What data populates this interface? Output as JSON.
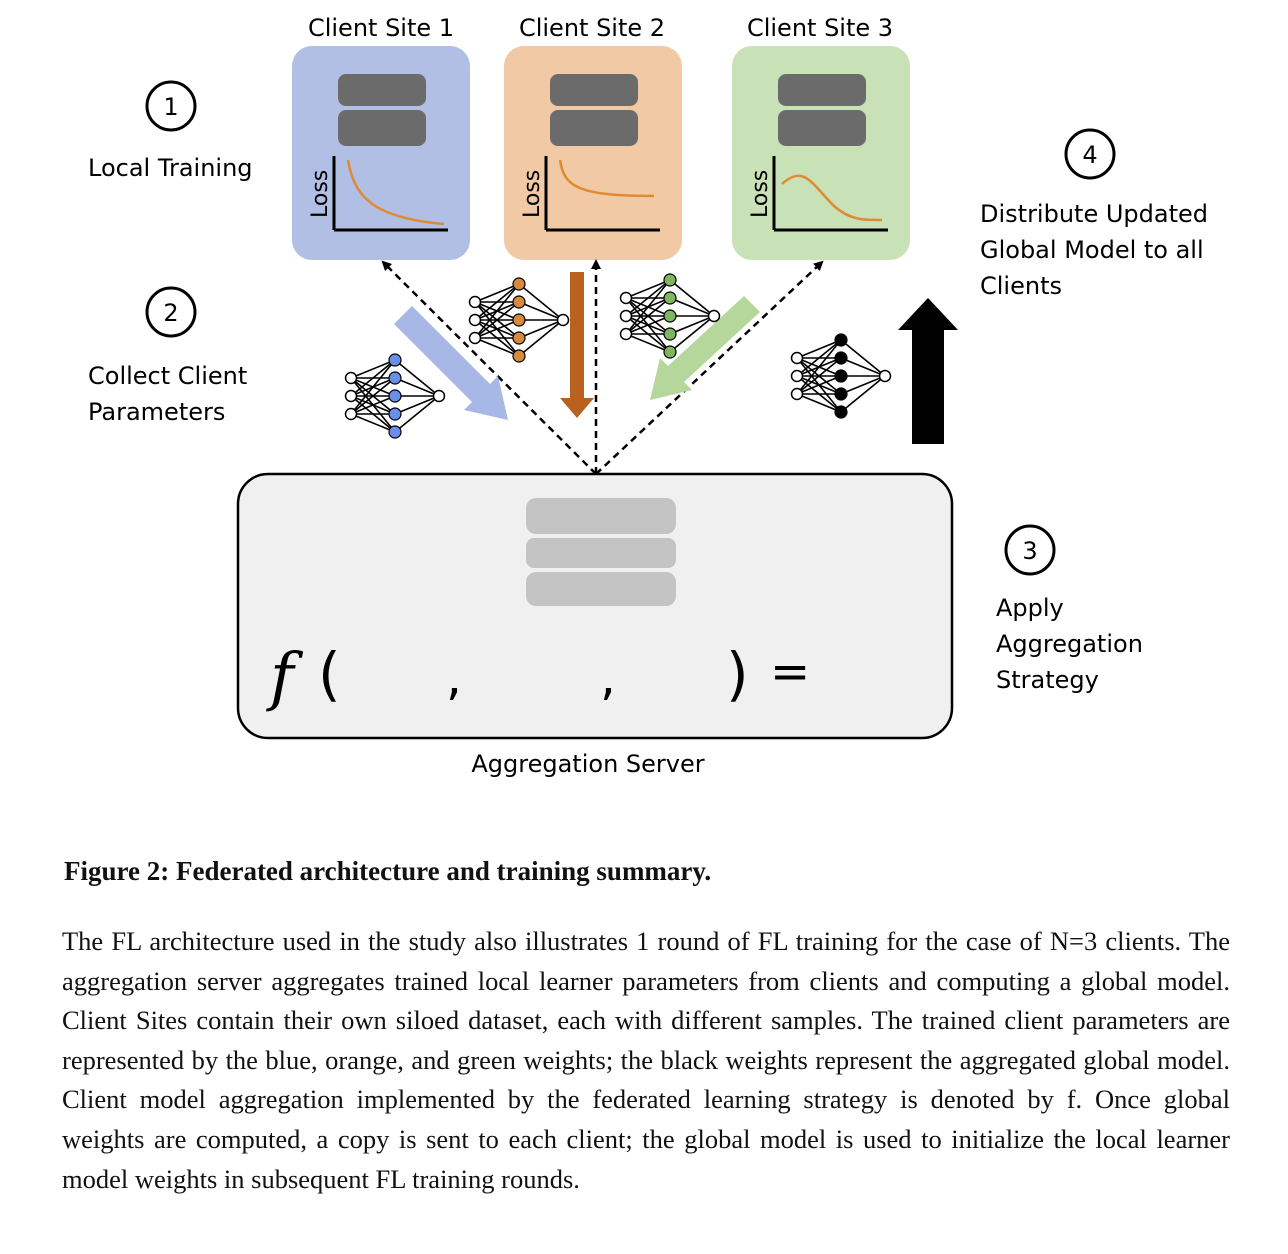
{
  "diagram": {
    "client_sites": [
      {
        "label": "Client Site 1",
        "loss_label": "Loss",
        "color": "#b0bfe3",
        "curve_color": "#e08a33",
        "node_color": "#6a8fe6"
      },
      {
        "label": "Client Site 2",
        "loss_label": "Loss",
        "color": "#f1c9a5",
        "curve_color": "#e08a33",
        "node_color": "#d68a3c"
      },
      {
        "label": "Client Site 3",
        "loss_label": "Loss",
        "color": "#c8e1b6",
        "curve_color": "#e08a33",
        "node_color": "#7fb761"
      }
    ],
    "steps": [
      {
        "number": "1",
        "lines": [
          "Local Training"
        ]
      },
      {
        "number": "2",
        "lines": [
          "Collect Client",
          "Parameters"
        ]
      },
      {
        "number": "3",
        "lines": [
          "Apply",
          "Aggregation",
          "Strategy"
        ]
      },
      {
        "number": "4",
        "lines": [
          "Distribute Updated",
          "Global Model to all",
          "Clients"
        ]
      }
    ],
    "server": {
      "label": "Aggregation Server",
      "fn_symbol": "f",
      "open_paren": "(",
      "close_paren": ")",
      "comma": ",",
      "equals": "="
    },
    "colors": {
      "blue_arrow": "#a7b8e6",
      "orange_arrow": "#b9621f",
      "green_arrow": "#b5d79c",
      "black_arrow": "#000000",
      "server_bg": "#f0f0f0",
      "db_client": "#6b6b6b",
      "db_server": "#c4c4c4"
    }
  },
  "caption": {
    "title": "Figure 2: Federated architecture and training summary.",
    "body": "The FL architecture used in the study also illustrates 1 round of FL training for the case of N=3 clients. The aggregation server aggregates trained local learner parameters from clients and computing a global model. Client Sites contain their own siloed dataset, each with different samples. The trained client parameters are represented by the blue, orange, and green weights; the black weights represent the aggregated global model. Client model aggregation implemented by the federated learning strategy is denoted by f. Once global weights are computed, a copy is sent to each client; the global model is used to initialize the local learner model weights in subsequent FL training rounds."
  }
}
